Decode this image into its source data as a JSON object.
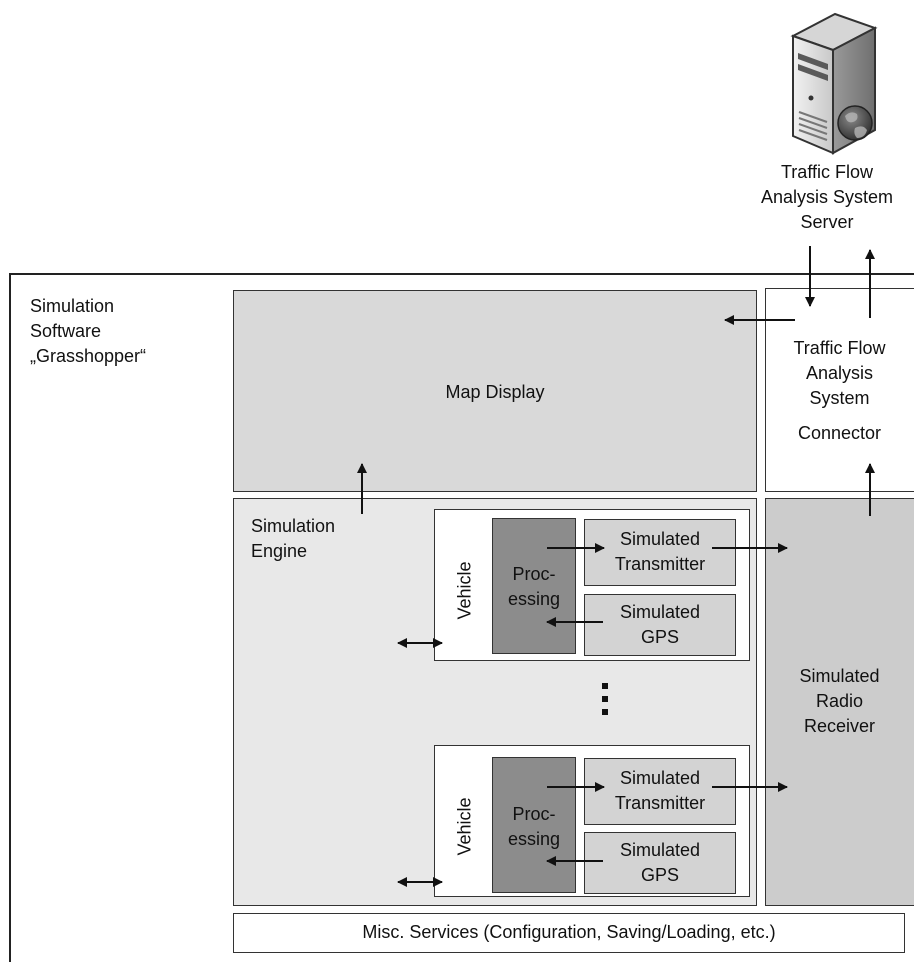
{
  "server": {
    "line1": "Traffic Flow",
    "line2": "Analysis System",
    "line3": "Server"
  },
  "software": {
    "line1": "Simulation",
    "line2": "Software",
    "line3": "„Grasshopper“"
  },
  "map_display": {
    "label": "Map Display"
  },
  "connector": {
    "line1": "Traffic Flow",
    "line2": "Analysis",
    "line3": "System",
    "line4": "Connector"
  },
  "engine": {
    "line1": "Simulation",
    "line2": "Engine"
  },
  "vehicle_top": {
    "label": "Vehicle",
    "processing_line1": "Proc-",
    "processing_line2": "essing",
    "transmitter_line1": "Simulated",
    "transmitter_line2": "Transmitter",
    "gps_line1": "Simulated",
    "gps_line2": "GPS"
  },
  "vehicle_bottom": {
    "label": "Vehicle",
    "processing_line1": "Proc-",
    "processing_line2": "essing",
    "transmitter_line1": "Simulated",
    "transmitter_line2": "Transmitter",
    "gps_line1": "Simulated",
    "gps_line2": "GPS"
  },
  "receiver": {
    "line1": "Simulated",
    "line2": "Radio",
    "line3": "Receiver"
  },
  "misc": {
    "label": "Misc. Services (Configuration, Saving/Loading, etc.)"
  },
  "colors": {
    "map_display_fill": "#d9d9d9",
    "engine_fill": "#e8e8e8",
    "receiver_fill": "#cccccc",
    "processing_fill": "#8c8c8c",
    "module_fill": "#d3d3d3",
    "white": "#ffffff",
    "stroke": "#222222"
  },
  "icons": {
    "server": "server-tower-icon",
    "globe": "globe-icon",
    "ellipsis": "vertical-ellipsis-icon"
  }
}
